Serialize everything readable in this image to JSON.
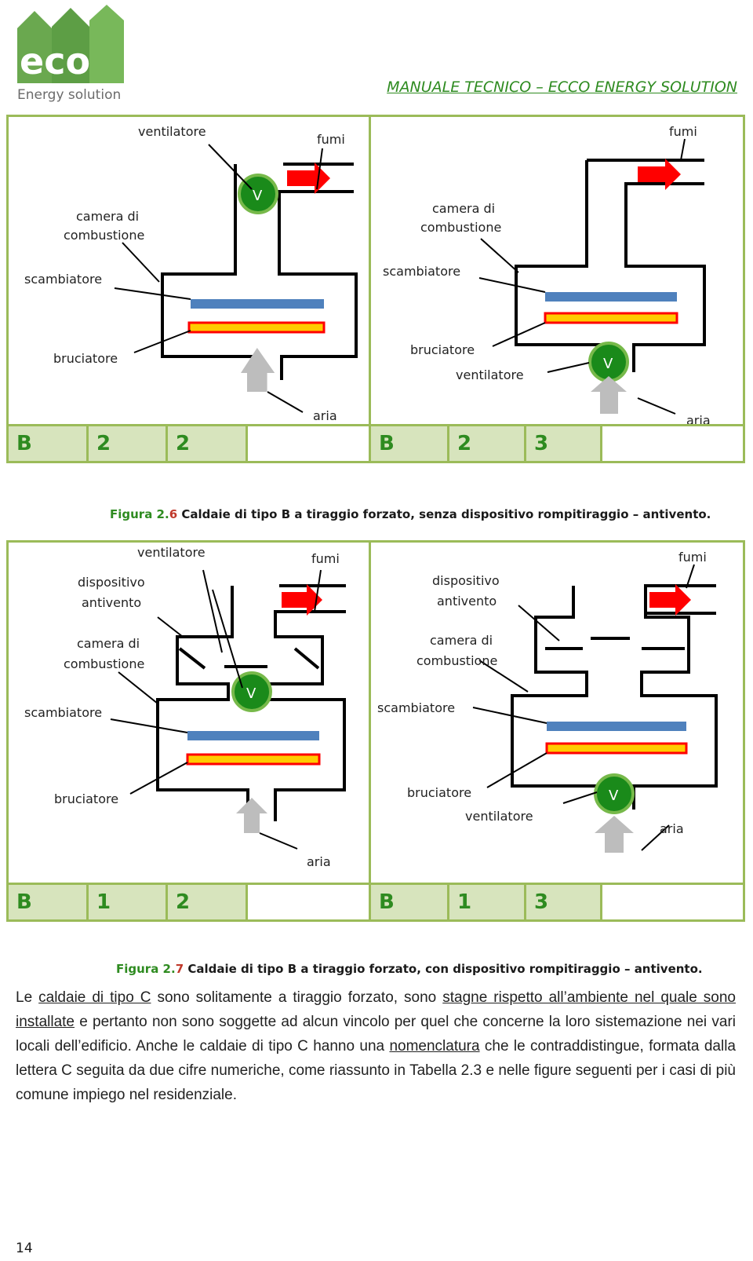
{
  "header": {
    "logo_text": "eco",
    "logo_subtitle": "Energy solution",
    "title": "MANUALE TECNICO – ECCO ENERGY SOLUTION"
  },
  "figure_2_6": {
    "left": {
      "labels": {
        "ventilatore": "ventilatore",
        "fumi": "fumi",
        "camera1": "camera di",
        "camera2": "combustione",
        "scambiatore": "scambiatore",
        "bruciatore": "bruciatore",
        "aria": "aria",
        "v": "V"
      },
      "codes": [
        "B",
        "2",
        "2",
        ""
      ]
    },
    "right": {
      "labels": {
        "ventilatore": "ventilatore",
        "fumi": "fumi",
        "camera1": "camera di",
        "camera2": "combustione",
        "scambiatore": "scambiatore",
        "bruciatore": "bruciatore",
        "aria": "aria",
        "v": "V"
      },
      "codes": [
        "B",
        "2",
        "3",
        ""
      ]
    },
    "caption": {
      "label": "Figura 2.",
      "number": "6",
      "text": " Caldaie di tipo B a tiraggio forzato, senza dispositivo rompitiraggio – antivento."
    }
  },
  "figure_2_7": {
    "left": {
      "labels": {
        "ventilatore": "ventilatore",
        "fumi": "fumi",
        "disp1": "dispositivo",
        "disp2": "antivento",
        "camera1": "camera di",
        "camera2": "combustione",
        "scambiatore": "scambiatore",
        "bruciatore": "bruciatore",
        "aria": "aria",
        "v": "V"
      },
      "codes": [
        "B",
        "1",
        "2",
        ""
      ]
    },
    "right": {
      "labels": {
        "ventilatore": "ventilatore",
        "fumi": "fumi",
        "disp1": "dispositivo",
        "disp2": "antivento",
        "camera1": "camera di",
        "camera2": "combustione",
        "scambiatore": "scambiatore",
        "bruciatore": "bruciatore",
        "aria": "aria",
        "v": "V"
      },
      "codes": [
        "B",
        "1",
        "3",
        ""
      ]
    },
    "caption": {
      "label": "Figura 2.",
      "number": "7",
      "text": " Caldaie di tipo B a tiraggio forzato, con dispositivo rompitiraggio – antivento."
    }
  },
  "paragraph": {
    "p1": "Le ",
    "u1": "caldaie di tipo C",
    "p2": " sono solitamente a tiraggio forzato, sono ",
    "u2": "stagne rispetto all’ambiente nel quale sono installate",
    "p3": " e pertanto non sono soggette ad alcun vincolo per quel che concerne la loro sistemazione nei vari locali dell’edificio. Anche le caldaie di tipo C hanno una ",
    "u3": "nomenclatura",
    "p4": " che le contraddistingue, formata dalla lettera C seguita da due cifre numeriche, come riassunto in Tabella 2.3 e nelle figure seguenti per i casi di più comune impiego nel residenziale."
  },
  "page_number": "14",
  "colors": {
    "green": "#2e8b20",
    "frame": "#9bbb59",
    "cell": "#d7e4bd",
    "blue_bar": "#4f81bd",
    "burner": "#ffcc00",
    "flame_red": "#ff0000",
    "fan": "#1a8a1a"
  }
}
